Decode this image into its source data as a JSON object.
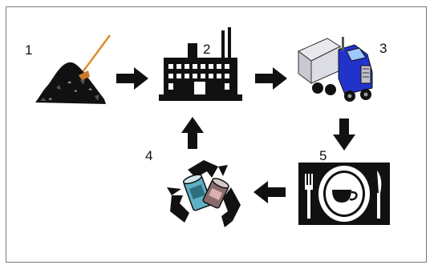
{
  "steps": [
    {
      "number": "1",
      "icon": "coal-pile-icon"
    },
    {
      "number": "2",
      "icon": "factory-icon"
    },
    {
      "number": "3",
      "icon": "truck-icon"
    },
    {
      "number": "4",
      "icon": "recycle-icon"
    },
    {
      "number": "5",
      "icon": "plate-icon"
    }
  ],
  "colors": {
    "ink": "#111111",
    "frame": "#777777",
    "truck_blue": "#2233cc",
    "can_teal": "#5fb0c4",
    "shovel": "#e08a2a"
  }
}
